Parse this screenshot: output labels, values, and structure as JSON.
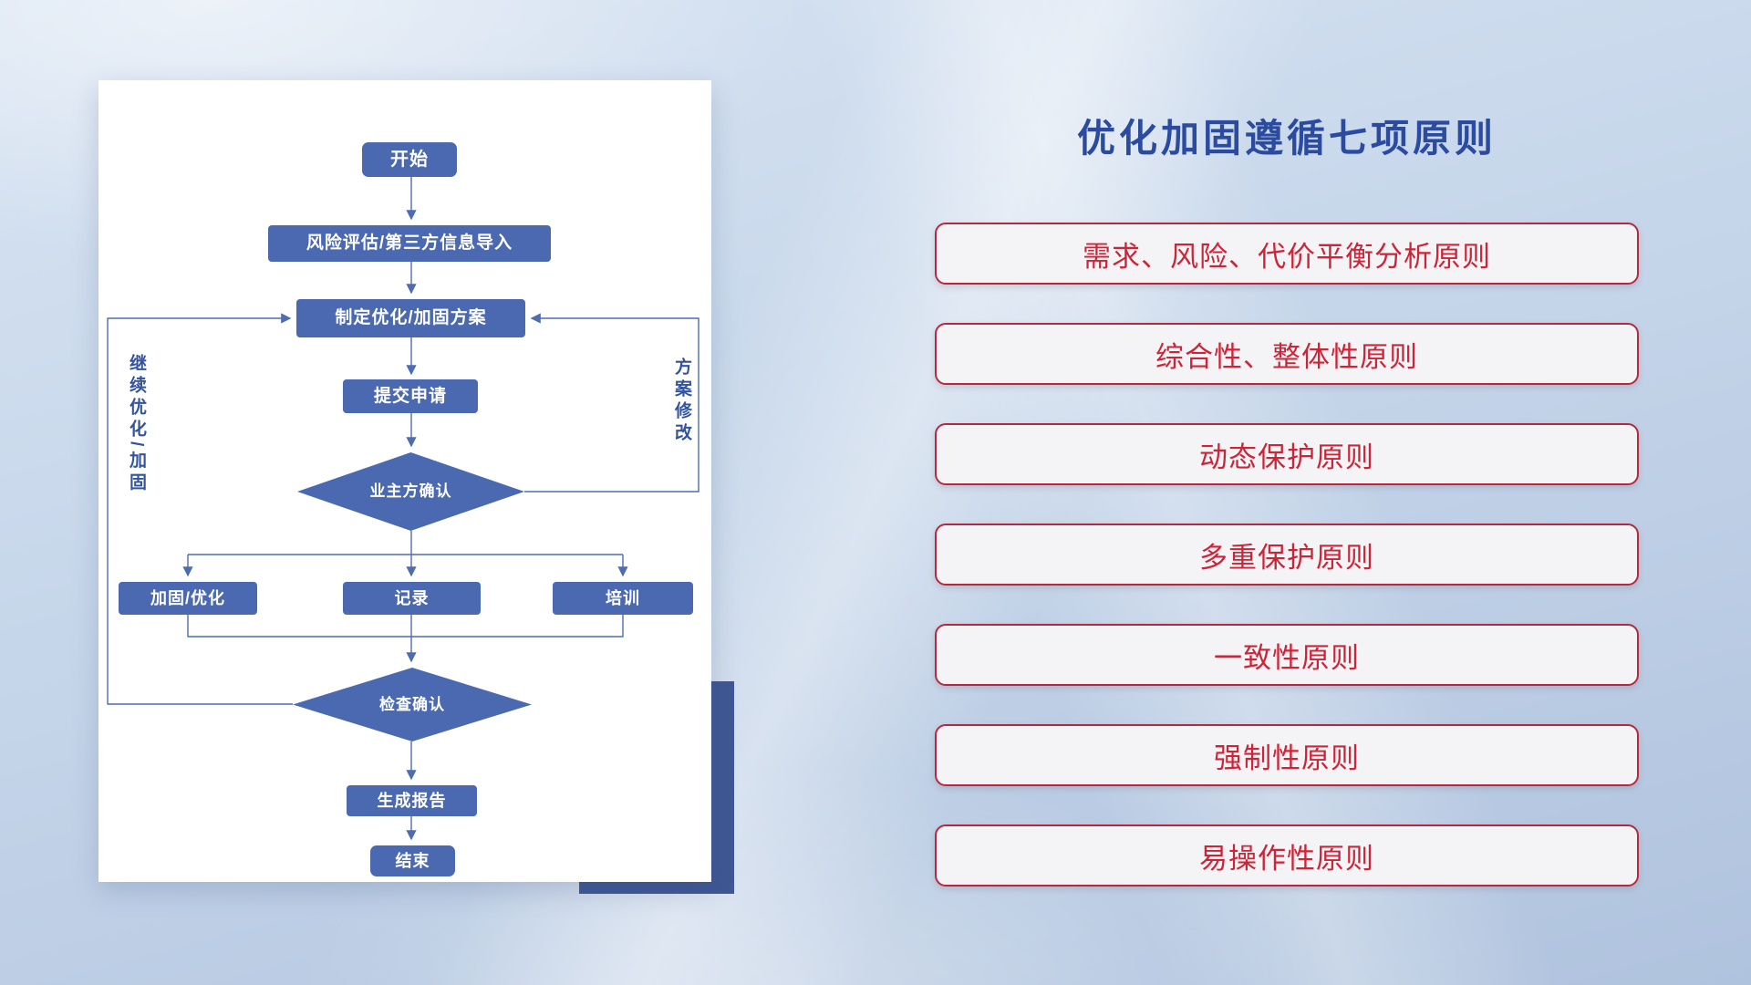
{
  "page": {
    "title": "优化加固遵循七项原则"
  },
  "flowchart": {
    "nodes": {
      "start": "开始",
      "risk_import": "风险评估/第三方信息导入",
      "make_plan": "制定优化/加固方案",
      "submit": "提交申请",
      "owner_confirm": "业主方确认",
      "reinforce": "加固/优化",
      "record": "记录",
      "training": "培训",
      "check_confirm": "检查确认",
      "report": "生成报告",
      "end": "结束"
    },
    "labels": {
      "continue_loop": "继续优化/加固",
      "modify_loop": "方案修改"
    }
  },
  "principles": [
    "需求、风险、代价平衡分析原则",
    "综合性、整体性原则",
    "动态保护原则",
    "多重保护原则",
    "一致性原则",
    "强制性原则",
    "易操作性原则"
  ],
  "colors": {
    "flow_node": "#4a69b0",
    "flow_line": "#4e6cb0",
    "title": "#2b4ba0",
    "principle_text": "#cd2438",
    "principle_border": "#b5293f",
    "principle_bg": "#f4f3f5",
    "card_shadow_block": "#3f5794"
  }
}
